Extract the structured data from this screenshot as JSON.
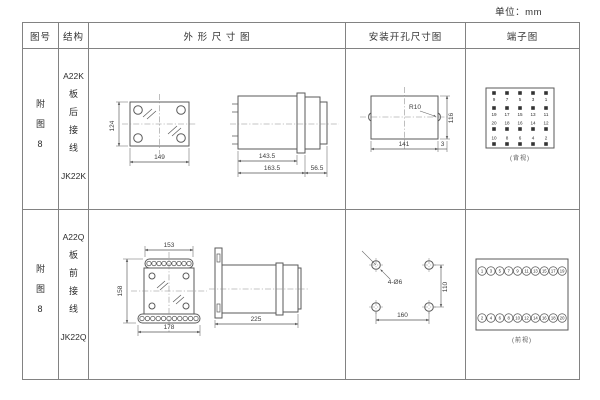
{
  "unit_label": "单位：mm",
  "table": {
    "headers": {
      "figure_no": "图号",
      "structure": "结构",
      "outline": "外 形 尺 寸 图",
      "mounting": "安装开孔尺寸图",
      "terminal": "端子图"
    }
  },
  "rows": [
    {
      "figure_no": "附图8",
      "structure": {
        "model": "A22K",
        "wiring": "板后接线",
        "code": "JK22K"
      },
      "outline": {
        "front_height": "124",
        "front_width": "149",
        "side_body": "143.5",
        "side_total": "163.5",
        "side_rear": "56.5"
      },
      "mounting": {
        "radius": "R10",
        "height": "116",
        "width": "141",
        "edge": "3"
      },
      "terminal": {
        "caption": "(背视)",
        "grid": [
          [
            "9",
            "7",
            "5",
            "3",
            "1"
          ],
          [
            "19",
            "17",
            "15",
            "13",
            "11"
          ],
          [
            "20",
            "18",
            "16",
            "14",
            "12"
          ],
          [
            "10",
            "8",
            "6",
            "4",
            "2"
          ]
        ]
      }
    },
    {
      "figure_no": "附图8",
      "structure": {
        "model": "A22Q",
        "wiring": "板前接线",
        "code": "JK22Q"
      },
      "outline": {
        "front_top": "153",
        "front_height": "158",
        "front_bottom": "178",
        "side_total": "225"
      },
      "mounting": {
        "holes": "4-Ø6",
        "height": "110",
        "width": "160"
      },
      "terminal": {
        "caption": "(前视)",
        "top_row": [
          "1",
          "3",
          "5",
          "7",
          "9",
          "11",
          "13",
          "15",
          "17",
          "19"
        ],
        "bottom_row": [
          "2",
          "4",
          "6",
          "8",
          "10",
          "12",
          "14",
          "16",
          "18",
          "20"
        ]
      }
    }
  ]
}
